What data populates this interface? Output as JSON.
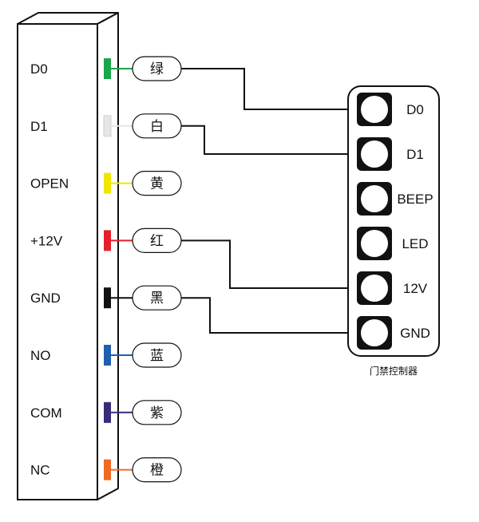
{
  "reader": {
    "pins": [
      {
        "label": "D0",
        "wire": "绿",
        "color": "#1aa64a"
      },
      {
        "label": "D1",
        "wire": "白",
        "color": "#e6e6e6"
      },
      {
        "label": "OPEN",
        "wire": "黄",
        "color": "#f2e600"
      },
      {
        "label": "+12V",
        "wire": "红",
        "color": "#e5202a"
      },
      {
        "label": "GND",
        "wire": "黑",
        "color": "#111111"
      },
      {
        "label": "NO",
        "wire": "蓝",
        "color": "#1f5fb0"
      },
      {
        "label": "COM",
        "wire": "紫",
        "color": "#3a2a7a"
      },
      {
        "label": "NC",
        "wire": "橙",
        "color": "#f06a24"
      }
    ]
  },
  "controller": {
    "caption": "门禁控制器",
    "terminals": [
      "D0",
      "D1",
      "BEEP",
      "LED",
      "12V",
      "GND"
    ]
  },
  "connections": [
    {
      "from": "D0",
      "to": "D0"
    },
    {
      "from": "D1",
      "to": "D1"
    },
    {
      "from": "+12V",
      "to": "12V"
    },
    {
      "from": "GND",
      "to": "GND"
    }
  ]
}
